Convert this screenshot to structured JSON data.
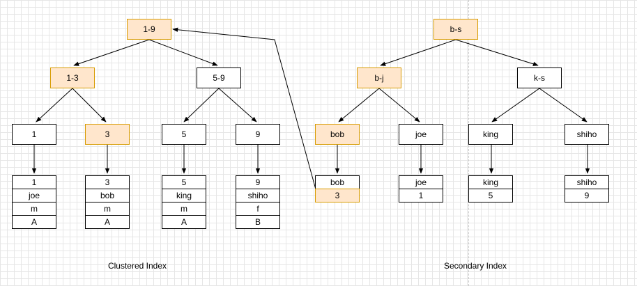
{
  "colors": {
    "highlight_fill": "#ffe6cc",
    "highlight_border": "#d79b00",
    "line": "#000000"
  },
  "clustered": {
    "caption": "Clustered Index",
    "root": "1-9",
    "mid": [
      "1-3",
      "5-9"
    ],
    "leaves": [
      "1",
      "3",
      "5",
      "9"
    ],
    "rows": [
      [
        "1",
        "joe",
        "m",
        "A"
      ],
      [
        "3",
        "bob",
        "m",
        "A"
      ],
      [
        "5",
        "king",
        "m",
        "A"
      ],
      [
        "9",
        "shiho",
        "f",
        "B"
      ]
    ]
  },
  "secondary": {
    "caption": "Secondary Index",
    "root": "b-s",
    "mid": [
      "b-j",
      "k-s"
    ],
    "leaves": [
      "bob",
      "joe",
      "king",
      "shiho"
    ],
    "rows": [
      [
        "bob",
        "3"
      ],
      [
        "joe",
        "1"
      ],
      [
        "king",
        "5"
      ],
      [
        "shiho",
        "9"
      ]
    ]
  }
}
